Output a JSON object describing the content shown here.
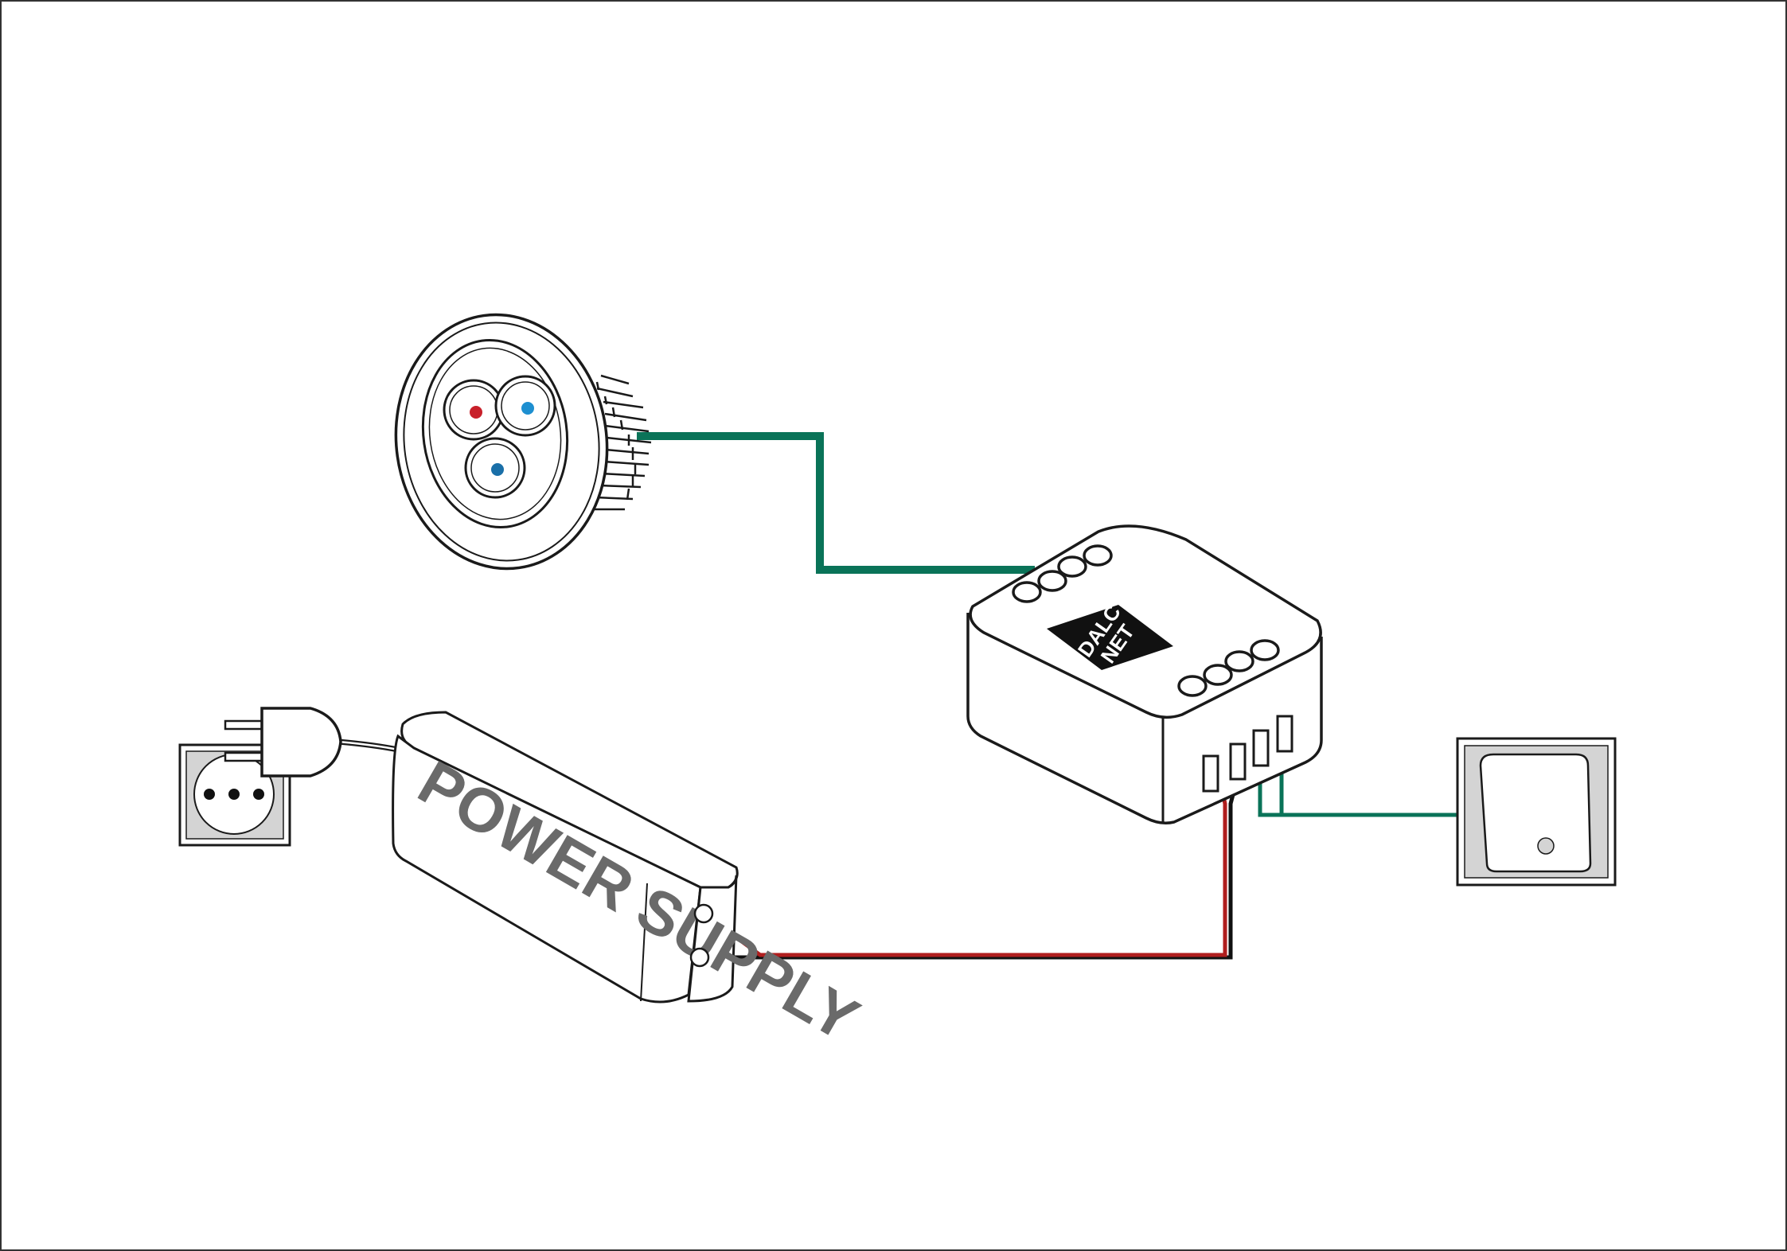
{
  "power_supply": {
    "label": "POWER SUPPLY"
  },
  "controller": {
    "brand_line1": "DALC",
    "brand_line2": "NET"
  },
  "colors": {
    "signal_wire": "#0a7358",
    "positive_wire": "#b01e1e",
    "negative_wire": "#111111",
    "led_red": "#c8202a",
    "led_blue": "#1d8fd0",
    "led_blue_dark": "#1a6fa8",
    "outline": "#1a1a1a",
    "device_gray": "#d4d4d4"
  },
  "icons": [
    "led-downlight-icon",
    "controller-icon",
    "power-supply-icon",
    "wall-socket-icon",
    "plug-icon",
    "push-button-icon"
  ]
}
